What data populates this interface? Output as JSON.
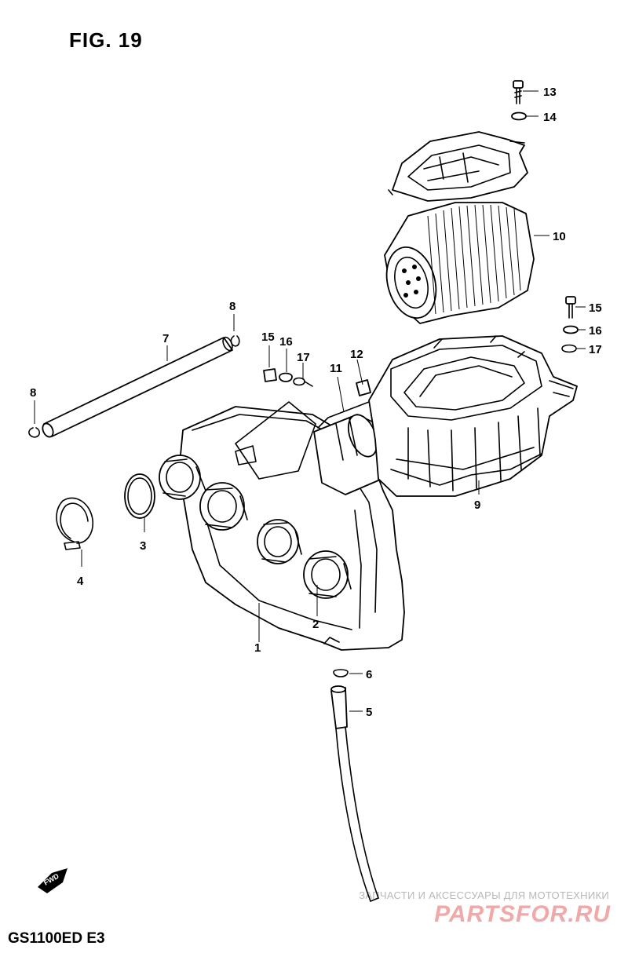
{
  "figure": {
    "title": "FIG. 19"
  },
  "model": "GS1100ED  E3",
  "watermark": {
    "caption": "ЗАПЧАСТИ И АКСЕССУАРЫ ДЛЯ МОТОТЕХНИКИ",
    "brand": "PARTSFOR.RU"
  },
  "fwd_label": "FWD",
  "callouts": [
    "1",
    "2",
    "3",
    "4",
    "5",
    "6",
    "7",
    "8",
    "8",
    "9",
    "10",
    "11",
    "12",
    "13",
    "14",
    "15",
    "16",
    "17",
    "15",
    "16",
    "17"
  ]
}
